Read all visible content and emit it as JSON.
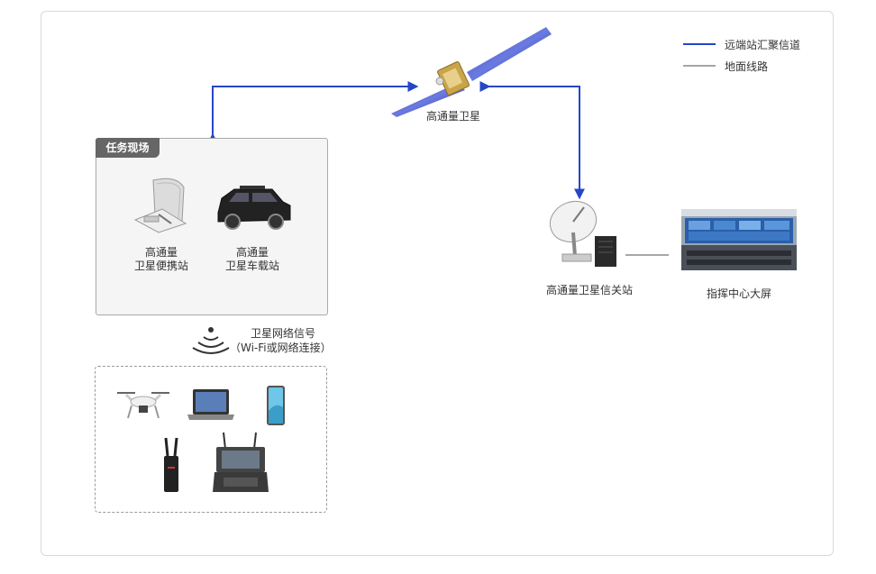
{
  "legend": {
    "items": [
      {
        "label": "远端站汇聚信道",
        "color": "#2646c8"
      },
      {
        "label": "地面线路",
        "color": "#a6a6a6"
      }
    ]
  },
  "satellite": {
    "label": "高通量卫星"
  },
  "mission_site": {
    "tag": "任务现场",
    "portable_station": {
      "line1": "高通量",
      "line2": "卫星便携站"
    },
    "vehicle_station": {
      "line1": "高通量",
      "line2": "卫星车载站"
    }
  },
  "signal": {
    "line1": "卫星网络信号",
    "line2": "（Wi-Fi或网络连接）"
  },
  "gateway": {
    "label": "高通量卫星信关站"
  },
  "command_center": {
    "label": "指挥中心大屏"
  },
  "devices": [
    "drone",
    "laptop",
    "smartphone",
    "radio-transmitter",
    "portable-terminal-case"
  ],
  "colors": {
    "link": "#2646c8",
    "ground": "#a6a6a6",
    "tag_bg": "#666666"
  }
}
